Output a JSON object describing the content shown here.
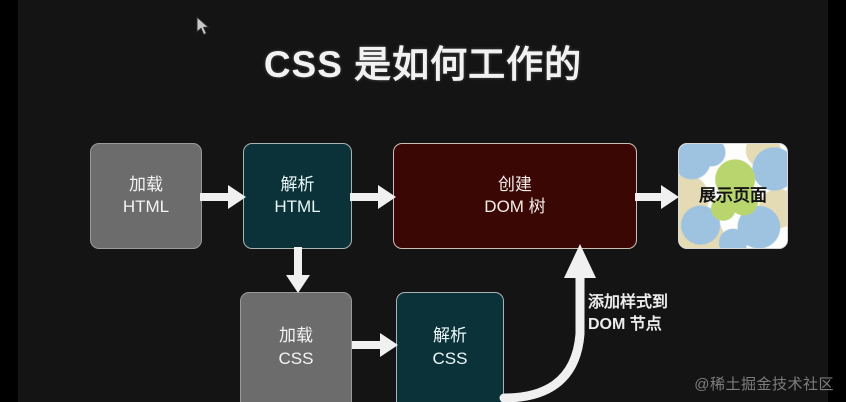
{
  "slide": {
    "title": "CSS 是如何工作的",
    "background_color": "#141414",
    "letterbox_color": "#000000"
  },
  "nodes": [
    {
      "id": "load-html",
      "line1": "加载",
      "line2": "HTML",
      "style": "gray",
      "fill": "#6c6c6c",
      "border": "#9a9a9a",
      "text_color": "#f4f4f4"
    },
    {
      "id": "parse-html",
      "line1": "解析",
      "line2": "HTML",
      "style": "teal",
      "fill": "#0c3239",
      "border": "#a9b4b6",
      "text_color": "#e9f6f8"
    },
    {
      "id": "create-dom",
      "line1": "创建",
      "line2": "DOM 树",
      "style": "maroon",
      "fill": "#3a0705",
      "border": "#cbbfb4",
      "text_color": "#f3ece6"
    },
    {
      "id": "render-page",
      "line1": "展示页面",
      "line2": "",
      "style": "map",
      "fill": "#fdfdfb",
      "border": "#d8d8d8",
      "text_color": "#141414"
    },
    {
      "id": "load-css",
      "line1": "加载",
      "line2": "CSS",
      "style": "gray",
      "fill": "#6c6c6c",
      "border": "#9a9a9a",
      "text_color": "#f4f4f4"
    },
    {
      "id": "parse-css",
      "line1": "解析",
      "line2": "CSS",
      "style": "teal",
      "fill": "#0c3239",
      "border": "#a9b4b6",
      "text_color": "#e9f6f8"
    }
  ],
  "edges": [
    {
      "id": "load-html-to-parse-html",
      "label": ""
    },
    {
      "id": "parse-html-to-create-dom",
      "label": ""
    },
    {
      "id": "create-dom-to-render-page",
      "label": ""
    },
    {
      "id": "parse-html-to-load-css",
      "label": ""
    },
    {
      "id": "load-css-to-parse-css",
      "label": ""
    },
    {
      "id": "parse-css-to-create-dom",
      "label": "添加样式到\nDOM 节点"
    }
  ],
  "edge_label": {
    "line1": "添加样式到",
    "line2": "DOM 节点"
  },
  "watermark": "@稀土掘金技术社区",
  "arrow_color": "#f0f0f0"
}
